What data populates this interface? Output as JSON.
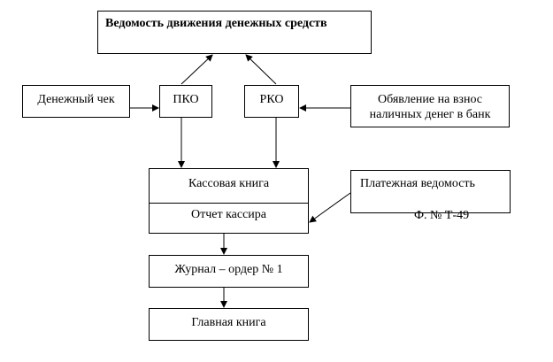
{
  "diagram": {
    "title": "Ведомость движения денежных средств",
    "cheque": "Денежный чек",
    "pko": "ПКО",
    "rko": "РКО",
    "announcement_line1": "Обявление на взнос",
    "announcement_line2": "наличных денег в банк",
    "cash_book": "Кассовая книга",
    "cashier_report": "Отчет кассира",
    "payroll": "Платежная ведомость",
    "payroll_form": "Ф. № Т-49",
    "journal": "Журнал – ордер № 1",
    "ledger": "Главная книга"
  }
}
